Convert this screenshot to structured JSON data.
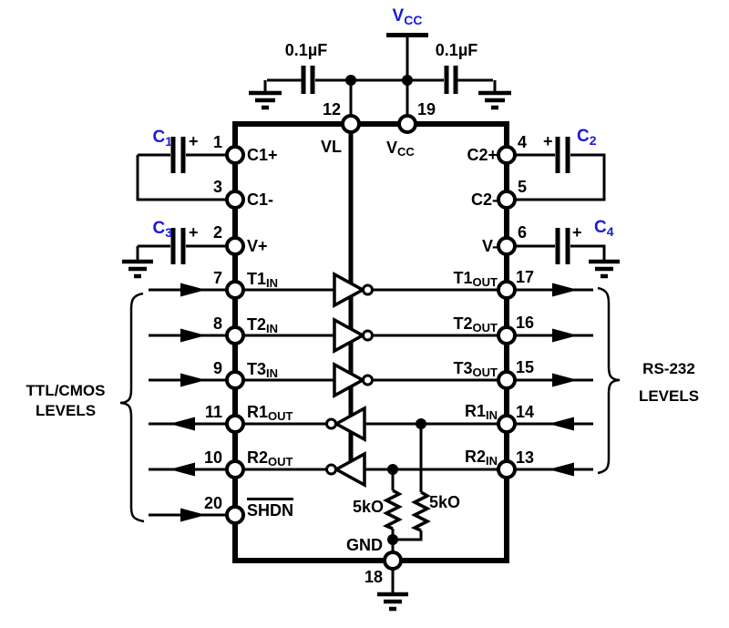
{
  "colors": {
    "accent_blue": "#1b1bd7",
    "line_black": "#000000"
  },
  "power": {
    "vcc": {
      "base": "V",
      "sub": "CC"
    },
    "decoupling_cap_left": "0.1µF",
    "decoupling_cap_right": "0.1µF"
  },
  "caps": {
    "c1": {
      "base": "C",
      "sub": "1",
      "plus": "+"
    },
    "c2": {
      "base": "C",
      "sub": "2",
      "plus": "+"
    },
    "c3": {
      "base": "C",
      "sub": "3",
      "plus": "+"
    },
    "c4": {
      "base": "C",
      "sub": "4",
      "plus": "+"
    }
  },
  "ic": {
    "pins": {
      "p12": {
        "num": "12",
        "name": "VL"
      },
      "p19": {
        "num": "19",
        "name": {
          "base": "V",
          "sub": "CC"
        }
      },
      "p1": {
        "num": "1",
        "name": "C1+"
      },
      "p3": {
        "num": "3",
        "name": "C1-"
      },
      "p2": {
        "num": "2",
        "name": "V+"
      },
      "p7": {
        "num": "7",
        "name": {
          "base": "T1",
          "sub": "IN"
        }
      },
      "p8": {
        "num": "8",
        "name": {
          "base": "T2",
          "sub": "IN"
        }
      },
      "p9": {
        "num": "9",
        "name": {
          "base": "T3",
          "sub": "IN"
        }
      },
      "p11": {
        "num": "11",
        "name": {
          "base": "R1",
          "sub": "OUT"
        }
      },
      "p10": {
        "num": "10",
        "name": {
          "base": "R2",
          "sub": "OUT"
        }
      },
      "p20": {
        "num": "20",
        "name": "SHDN"
      },
      "p4": {
        "num": "4",
        "name": "C2+"
      },
      "p5": {
        "num": "5",
        "name": "C2-"
      },
      "p6": {
        "num": "6",
        "name": "V-"
      },
      "p17": {
        "num": "17",
        "name": {
          "base": "T1",
          "sub": "OUT"
        }
      },
      "p16": {
        "num": "16",
        "name": {
          "base": "T2",
          "sub": "OUT"
        }
      },
      "p15": {
        "num": "15",
        "name": {
          "base": "T3",
          "sub": "OUT"
        }
      },
      "p14": {
        "num": "14",
        "name": {
          "base": "R1",
          "sub": "IN"
        }
      },
      "p13": {
        "num": "13",
        "name": {
          "base": "R2",
          "sub": "IN"
        }
      },
      "p18": {
        "num": "18",
        "name": "GND"
      }
    }
  },
  "resistors": {
    "left": "5kO",
    "right": "5kO"
  },
  "side_labels": {
    "left": {
      "line1": "TTL/CMOS",
      "line2": "LEVELS"
    },
    "right": {
      "line1": "RS-232",
      "line2": "LEVELS"
    }
  }
}
